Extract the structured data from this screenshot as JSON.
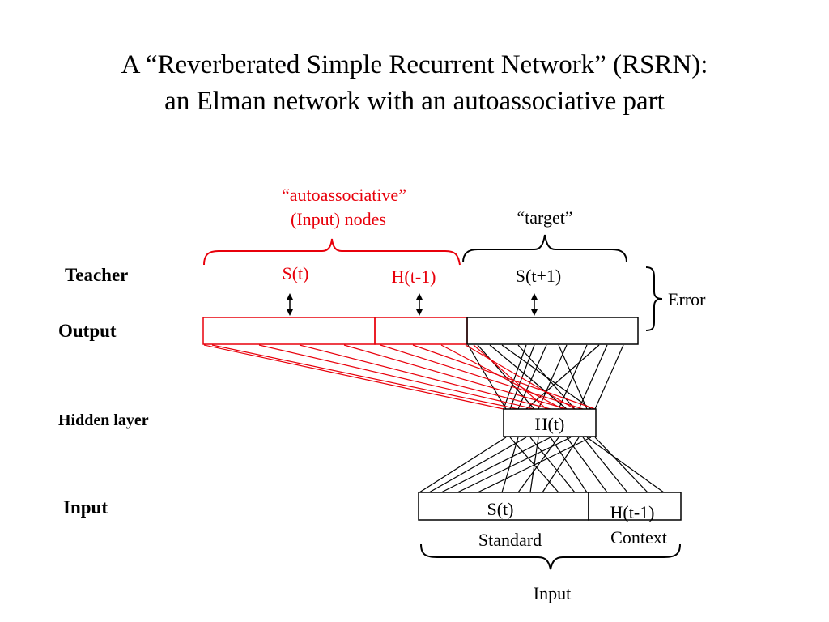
{
  "title": {
    "line1": "A “Reverberated Simple Recurrent Network” (RSRN):",
    "line2": "an Elman network with an autoassociative part"
  },
  "row_labels": {
    "teacher": "Teacher",
    "output": "Output",
    "hidden": "Hidden layer",
    "input": "Input"
  },
  "annotations": {
    "autoassociative_line1": "“autoassociative”",
    "autoassociative_line2": "(Input) nodes",
    "target": "“target”",
    "error": "Error"
  },
  "teacher_units": [
    "S(t)",
    "H(t-1)",
    "S(t+1)"
  ],
  "hidden_unit": "H(t)",
  "input_units": [
    "S(t)",
    "H(t-1)"
  ],
  "input_sublabels": [
    "Standard",
    "Context"
  ],
  "input_brace_label": "Input",
  "colors": {
    "autoassociative": "#e8000b",
    "default": "#000000"
  }
}
